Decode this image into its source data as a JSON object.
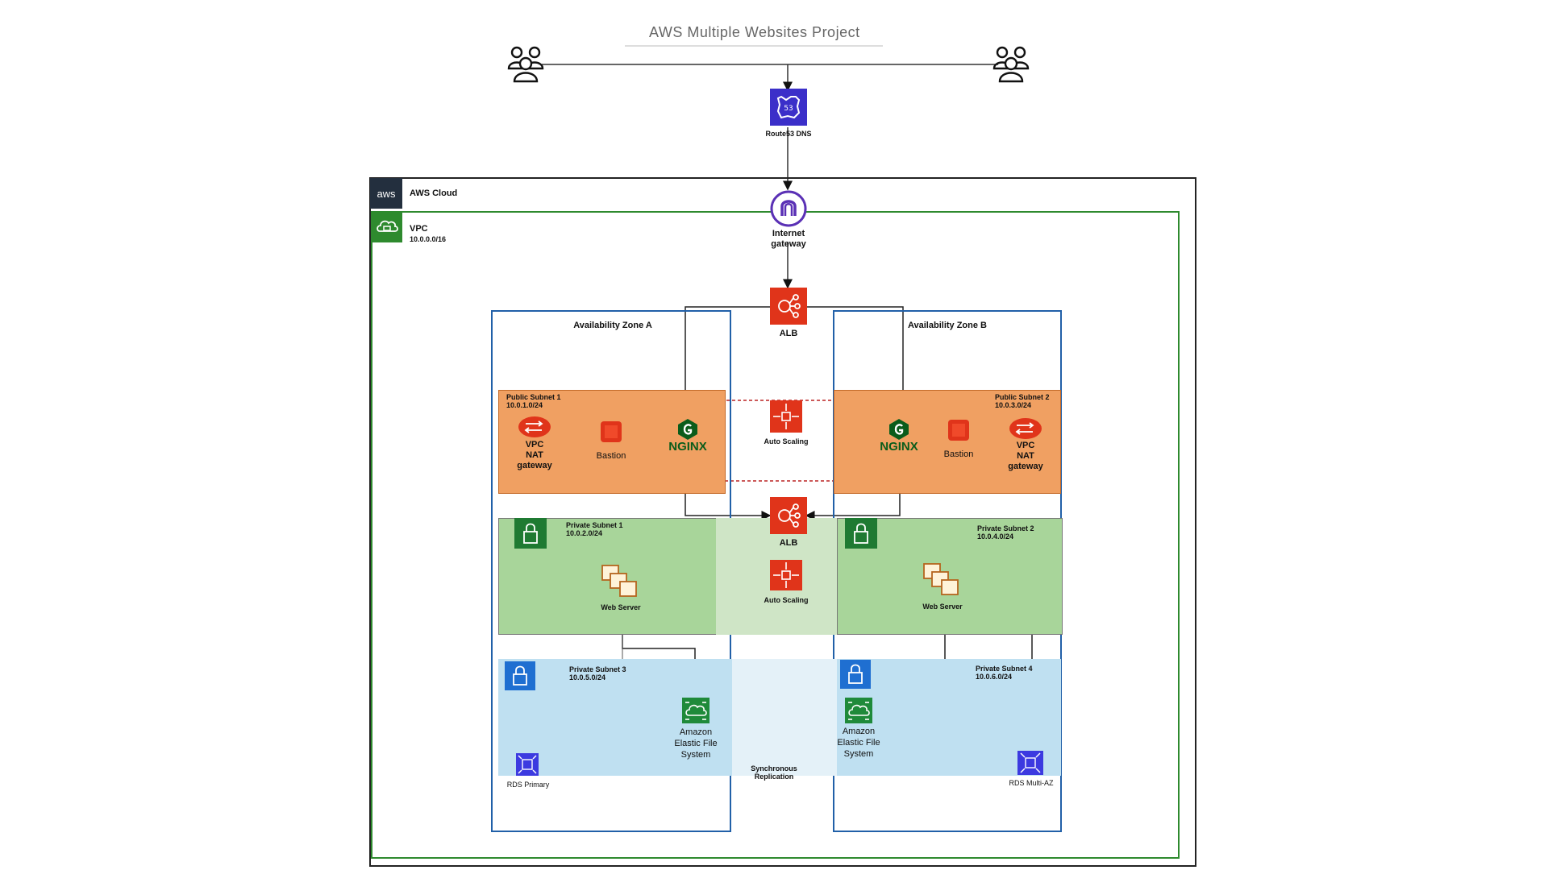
{
  "title": "AWS Multiple Websites Project",
  "route53": {
    "label": "Route53 DNS"
  },
  "cloud": {
    "label": "AWS Cloud",
    "logo": "aws"
  },
  "vpc": {
    "label": "VPC",
    "cidr": "10.0.0.0/16"
  },
  "igw": {
    "label_line1": "Internet",
    "label_line2": "gateway"
  },
  "alb_top": {
    "label": "ALB"
  },
  "alb_mid": {
    "label": "ALB"
  },
  "az_a": {
    "label": "Availability Zone A"
  },
  "az_b": {
    "label": "Availability Zone B"
  },
  "public1": {
    "label": "Public Subnet 1",
    "cidr": "10.0.1.0/24"
  },
  "public2": {
    "label": "Public Subnet 2",
    "cidr": "10.0.3.0/24"
  },
  "private1": {
    "label": "Private Subnet 1",
    "cidr": "10.0.2.0/24"
  },
  "private2": {
    "label": "Private Subnet 2",
    "cidr": "10.0.4.0/24"
  },
  "private3": {
    "label": "Private Subnet 3",
    "cidr": "10.0.5.0/24"
  },
  "private4": {
    "label": "Private Subnet 4",
    "cidr": "10.0.6.0/24"
  },
  "nat_a": {
    "l1": "VPC",
    "l2": "NAT",
    "l3": "gateway"
  },
  "nat_b": {
    "l1": "VPC",
    "l2": "NAT",
    "l3": "gateway"
  },
  "bastion_a": {
    "label": "Bastion"
  },
  "bastion_b": {
    "label": "Bastion"
  },
  "nginx_a": {
    "label": "NGINX"
  },
  "nginx_b": {
    "label": "NGINX"
  },
  "asg_top": {
    "label": "Auto Scaling"
  },
  "asg_mid": {
    "label": "Auto Scaling"
  },
  "web_a": {
    "label": "Web Server"
  },
  "web_b": {
    "label": "Web Server"
  },
  "efs_a": {
    "l1": "Amazon",
    "l2": "Elastic File",
    "l3": "System"
  },
  "efs_b": {
    "l1": "Amazon",
    "l2": "Elastic File",
    "l3": "System"
  },
  "rds_primary": {
    "label": "RDS Primary"
  },
  "rds_multi": {
    "label": "RDS Multi-AZ"
  },
  "replication": {
    "l1": "Synchronous",
    "l2": "Replication"
  },
  "colors": {
    "route53": "#3b2fc9",
    "igw": "#5a30b5",
    "alb": "#e0341a",
    "nat": "#e0341a",
    "public_fill": "#f0a062",
    "private_web_fill": "#a8d59a",
    "private_db_fill": "#bfe0f1",
    "efs": "#1f8a3a",
    "rds": "#3c3ae0",
    "vpc_border": "#2e8a2e",
    "az_border": "#2160a8"
  }
}
